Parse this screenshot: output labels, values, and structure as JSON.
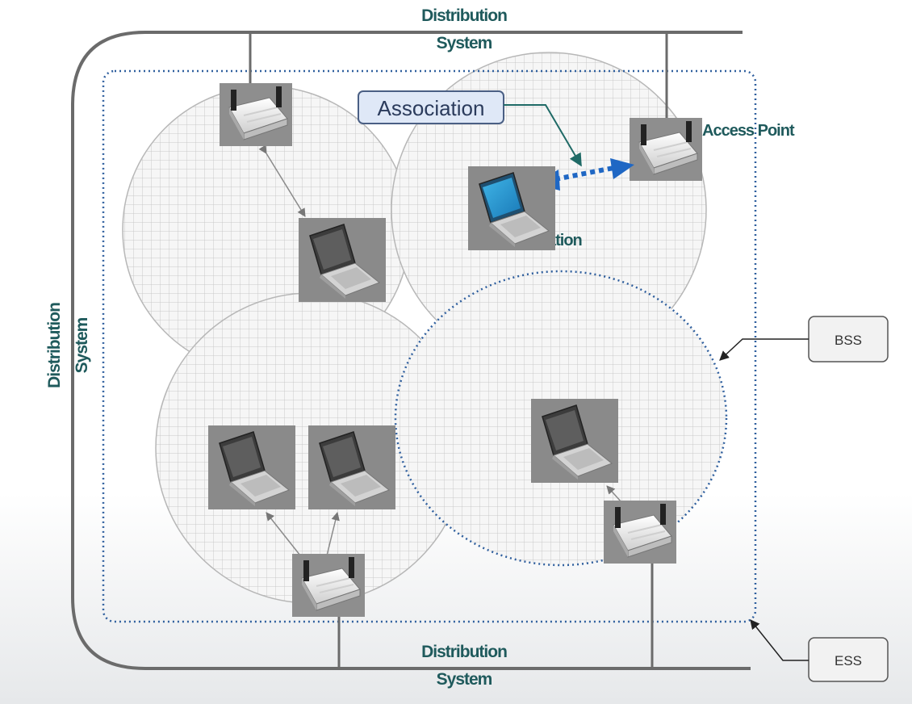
{
  "labels": {
    "ds_top_1": "Distribution",
    "ds_top_2": "System",
    "ds_bottom_1": "Distribution",
    "ds_bottom_2": "System",
    "ds_left_1": "Distribution",
    "ds_left_2": "System",
    "association": "Association",
    "access_point": "Access Point",
    "station": "Station",
    "bss": "BSS",
    "ess": "ESS"
  },
  "colors": {
    "backbone": "#6b6b6b",
    "teal_text": "#1f5a5c",
    "dotted_blue": "#2f5f9e",
    "association_box": "#dfe8f7",
    "grid_line": "#c9c9c9",
    "circle_edge": "#b7b7b7"
  },
  "icons": {
    "access_point": "access-point-icon",
    "laptop": "laptop-icon"
  }
}
